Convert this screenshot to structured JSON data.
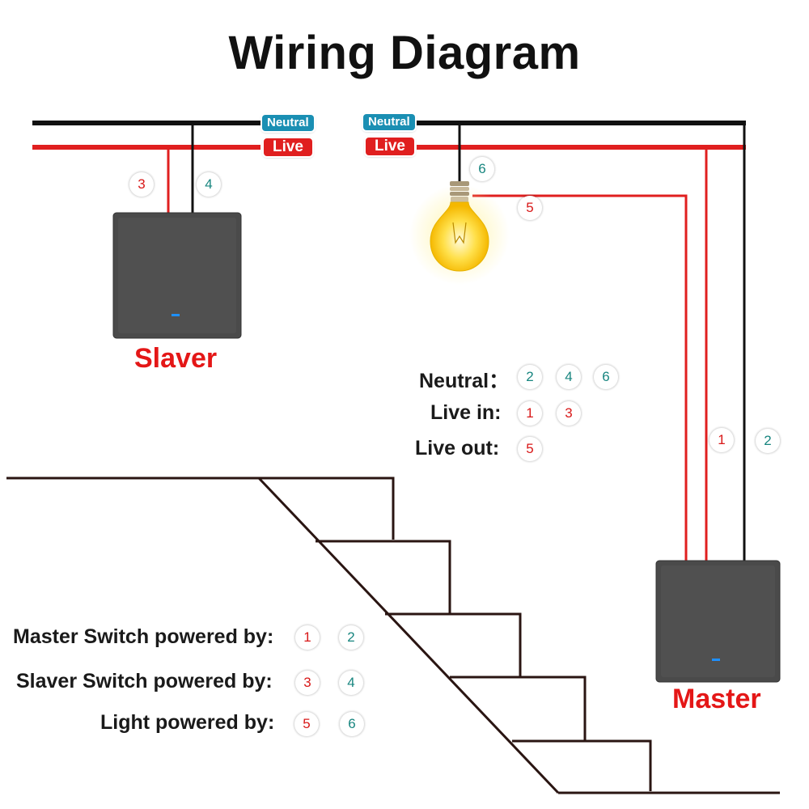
{
  "title": "Wiring Diagram",
  "wires": {
    "left": {
      "neutral_label": "Neutral",
      "live_label": "Live"
    },
    "right": {
      "neutral_label": "Neutral",
      "live_label": "Live"
    }
  },
  "switches": {
    "slaver_label": "Slaver",
    "master_label": "Master"
  },
  "wire_numbers": {
    "n1": "1",
    "n2": "2",
    "n3": "3",
    "n4": "4",
    "n5": "5",
    "n6": "6"
  },
  "key": [
    {
      "label": "Neutral：",
      "numbers": [
        "2",
        "4",
        "6"
      ]
    },
    {
      "label": "Live in:",
      "numbers": [
        "1",
        "3"
      ]
    },
    {
      "label": "Live out:",
      "numbers": [
        "5"
      ]
    }
  ],
  "power": [
    {
      "label": "Master Switch powered by:",
      "numbers": [
        "1",
        "2"
      ]
    },
    {
      "label": "Slaver Switch powered by:",
      "numbers": [
        "3",
        "4"
      ]
    },
    {
      "label": "Light powered by:",
      "numbers": [
        "5",
        "6"
      ]
    }
  ],
  "colors": {
    "neutral_wire": "#111111",
    "live_wire": "#e01f1f",
    "neutral_tag": "#1a8fb3",
    "live_tag": "#e01f1f",
    "switch_body": "#4a4a4a",
    "led": "#1e90ff",
    "bulb": "#ffd21a"
  }
}
